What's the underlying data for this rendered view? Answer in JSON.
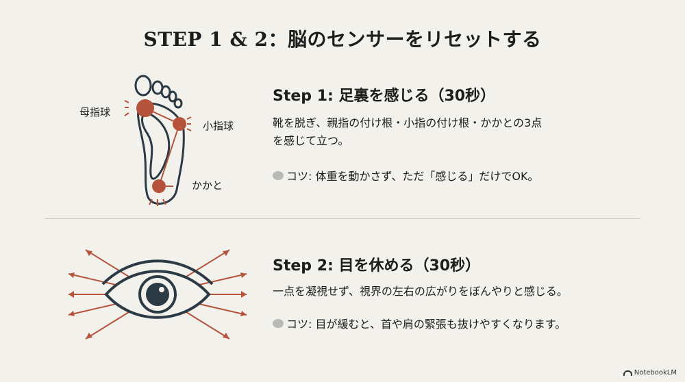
{
  "title": "STEP 1 & 2：脳のセンサーをリセットする",
  "step1": {
    "heading": "Step 1: 足裏を感じる（30秒）",
    "line1": "靴を脱ぎ、親指の付け根・小指の付け根・かかとの3点",
    "line2": "を感じて立つ。",
    "tip": "コツ: 体重を動かさず、ただ「感じる」だけでOK。",
    "labels": {
      "big_toe": "母指球",
      "little_toe": "小指球",
      "heel": "かかと"
    }
  },
  "step2": {
    "heading": "Step 2: 目を休める（30秒）",
    "line1": "一点を凝視せず、視界の左右の広がりをぼんやりと感じる。",
    "tip": "コツ: 目が緩むと、首や肩の緊張も抜けやすくなります。"
  },
  "badge": "NotebookLM",
  "colors": {
    "accent": "#b5533c",
    "ink": "#2b3a44",
    "background": "#f3f1eb"
  }
}
